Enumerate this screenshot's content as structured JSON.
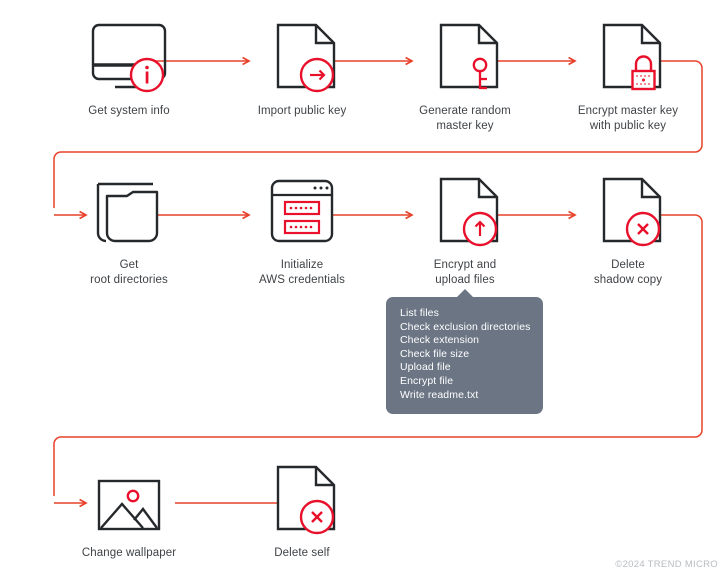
{
  "diagram": {
    "title_colors": {
      "accent": "#e8412a",
      "icon_dark": "#26292c",
      "label_text": "#3f4347",
      "callout_bg": "#6b7584",
      "callout_text": "#ffffff",
      "copyright_text": "#b9bcc0",
      "background": "#ffffff"
    },
    "rows": [
      {
        "nodes": [
          {
            "label": "Get system info",
            "icon": "monitor-info-icon",
            "badge": "info-badge-icon"
          },
          {
            "label": "Import public key",
            "icon": "document-icon",
            "badge": "arrow-right-badge-icon"
          },
          {
            "label": "Generate random\nmaster key",
            "icon": "document-key-icon",
            "badge": "key-icon"
          },
          {
            "label": "Encrypt master key\nwith public key",
            "icon": "document-lock-icon",
            "badge": "padlock-icon"
          }
        ]
      },
      {
        "nodes": [
          {
            "label": "Get\nroot directories",
            "icon": "folder-icon",
            "badge": ""
          },
          {
            "label": "Initialize\nAWS credentials",
            "icon": "browser-credentials-icon",
            "badge": ""
          },
          {
            "label": "Encrypt and\nupload files",
            "icon": "document-icon",
            "badge": "upload-arrow-badge-icon"
          },
          {
            "label": "Delete\nshadow copy",
            "icon": "document-icon",
            "badge": "delete-x-badge-icon"
          }
        ]
      },
      {
        "nodes": [
          {
            "label": "Change wallpaper",
            "icon": "image-picture-icon",
            "badge": ""
          },
          {
            "label": "Delete self",
            "icon": "document-icon",
            "badge": "delete-x-badge-icon"
          }
        ]
      }
    ],
    "callout": {
      "anchor_node_label": "Encrypt and upload files",
      "items": [
        "List files",
        "Check exclusion directories",
        "Check extension",
        "Check file size",
        "Upload file",
        "Encrypt file",
        "Write readme.txt"
      ]
    },
    "copyright": "©2024 TREND MICRO"
  }
}
